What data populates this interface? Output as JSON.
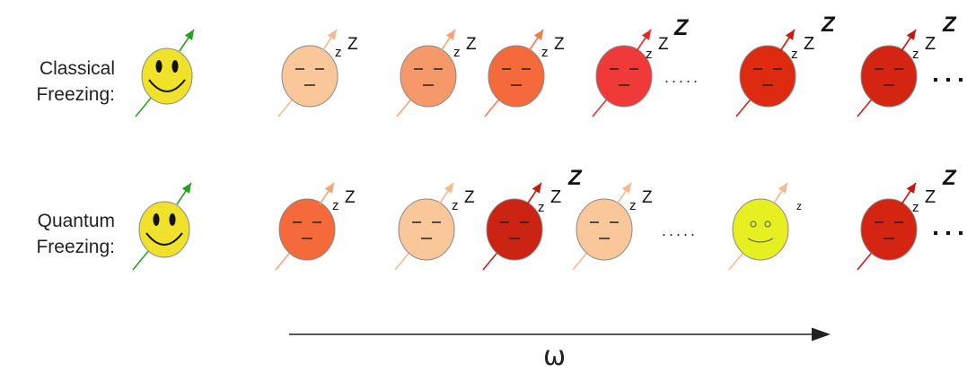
{
  "rows": [
    {
      "label": "Classical\nFreezing:",
      "figures": [
        {
          "mood": "happy",
          "color": "#f0e12a",
          "arrow": "#22a022",
          "z": 0
        },
        {
          "mood": "sleep",
          "color": "#f9c799",
          "arrow": "#f4b98c",
          "z": 1
        },
        {
          "mood": "sleep",
          "color": "#f5986a",
          "arrow": "#f4a276",
          "z": 1
        },
        {
          "mood": "sleep",
          "color": "#f46a3a",
          "arrow": "#f47a4a",
          "z": 1
        },
        {
          "mood": "sleep",
          "color": "#f03a3a",
          "arrow": "#e02a2a",
          "z": 2
        },
        {
          "mood": "sleep",
          "color": "#dd2a10",
          "arrow": "#c81e10",
          "z": 3
        },
        {
          "mood": "sleep",
          "color": "#d42412",
          "arrow": "#c01a10",
          "z": 3
        }
      ]
    },
    {
      "label": "Quantum\nFreezing:",
      "figures": [
        {
          "mood": "happy",
          "color": "#f0e12a",
          "arrow": "#22a022",
          "z": 0
        },
        {
          "mood": "sleep",
          "color": "#f46a3a",
          "arrow": "#f4a276",
          "z": 1
        },
        {
          "mood": "sleep",
          "color": "#f9c799",
          "arrow": "#f4b98c",
          "z": 1
        },
        {
          "mood": "sleep",
          "color": "#cc2412",
          "arrow": "#c01a10",
          "z": 3
        },
        {
          "mood": "sleep",
          "color": "#f9c799",
          "arrow": "#f4b98c",
          "z": 1
        },
        {
          "mood": "calm",
          "color": "#e6f020",
          "arrow": "#f4b98c",
          "z": 4
        },
        {
          "mood": "sleep",
          "color": "#d42412",
          "arrow": "#c01a10",
          "z": 3
        }
      ]
    }
  ],
  "dots": ".....",
  "axis_label": "ω"
}
